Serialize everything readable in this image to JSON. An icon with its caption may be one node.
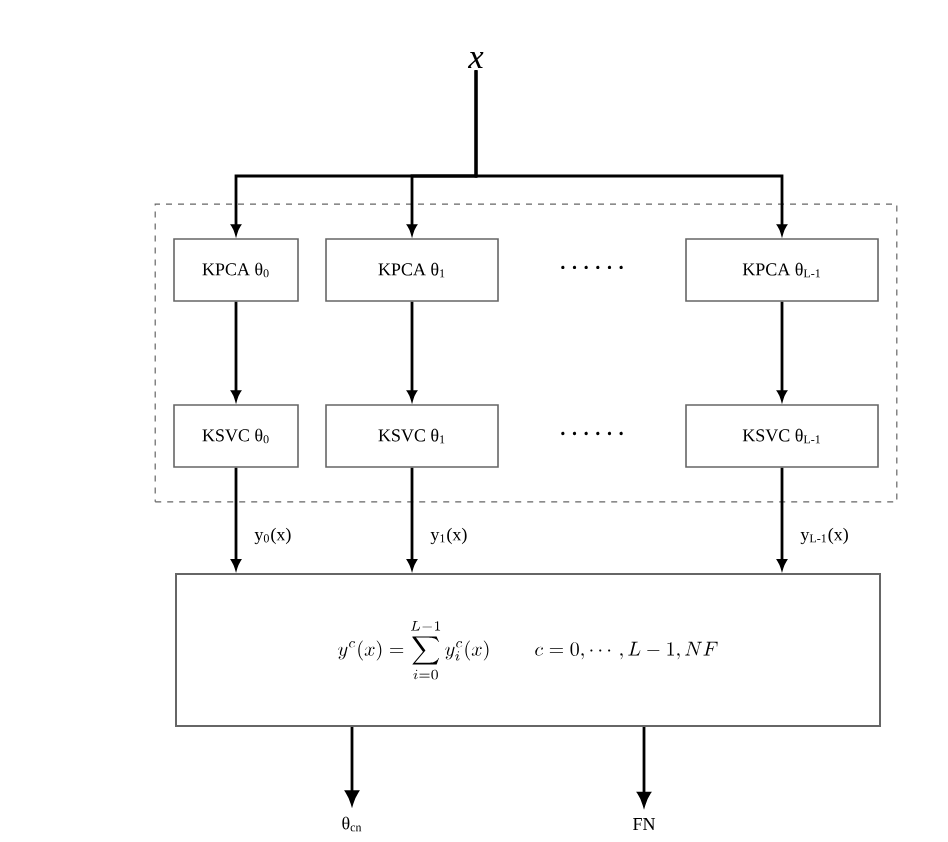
{
  "diagram": {
    "nodes": [
      {
        "text": [
          "x"
        ]
      },
      {
        "text": [],
        "shape": "box"
      },
      {
        "text": [
          "KPCA θ$_{0}$"
        ],
        "in": 1
      },
      {
        "text": [
          "KPCA θ$_{1}$"
        ],
        "in": 1
      },
      {
        "text": [
          "KPCA θ$_{L-1}$"
        ],
        "in": 1
      },
      {
        "text": [
          "KSVC θ$_{0}$"
        ],
        "in": 1
      },
      {
        "text": [
          "KSVC θ$_{1}$"
        ],
        "in": 1
      },
      {
        "text": [
          "KSVC θ$_{L-1}$"
        ],
        "in": 1
      },
      {
        "text": [
          "y^{c}(x)=\\sum_{i=0}^{L-1} y_{i}^{c}(x)",
          "c=0,\\cdots,L-1,NF"
        ]
      },
      {
        "text": [
          "θ$_{cn}$"
        ]
      },
      {
        "text": [
          "FN"
        ]
      }
    ],
    "edges": [
      {
        "from": 0,
        "to": 2,
        "arrow": "to"
      },
      {
        "from": 0,
        "to": 3,
        "arrow": "to"
      },
      {
        "from": 0,
        "to": 4,
        "arrow": "to"
      },
      {
        "from": 2,
        "to": 5,
        "arrow": "to"
      },
      {
        "from": 3,
        "to": 6,
        "arrow": "to"
      },
      {
        "from": 4,
        "to": 7,
        "arrow": "to"
      },
      {
        "from": 5,
        "to": 8,
        "arrow": "to",
        "label": "y$_{0}$(x)"
      },
      {
        "from": 6,
        "to": 8,
        "arrow": "to",
        "label": "y$_{1}$(x)"
      },
      {
        "from": 7,
        "to": 8,
        "arrow": "to",
        "label": "y$_{L-1}$(x)"
      },
      {
        "from": 8,
        "to": 9,
        "arrow": "to"
      },
      {
        "from": 8,
        "to": 10,
        "arrow": "to"
      }
    ],
    "labels": [
      "· · · · · ·",
      "· · · · · ·"
    ]
  }
}
